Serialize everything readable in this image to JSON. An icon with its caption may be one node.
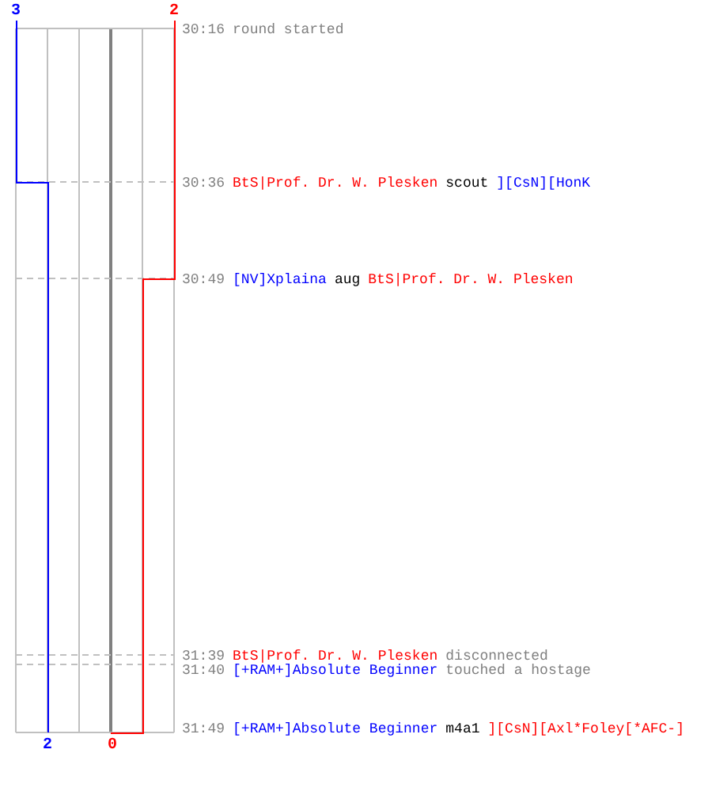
{
  "diagram": {
    "labels": [
      "3",
      "2",
      "30:16",
      "round started",
      "30:36",
      "BtS|Prof. Dr. W. Plesken",
      "scout",
      "][CsN][HonK",
      "30:49",
      "[NV]Xplaina",
      "aug",
      "BtS|Prof. Dr. W. Plesken",
      "31:39",
      "BtS|Prof. Dr. W. Plesken",
      "disconnected",
      "31:40",
      "[+RAM+]Absolute Beginner",
      "touched a hostage",
      "31:49",
      "[+RAM+]Absolute Beginner",
      "m4a1",
      "][CsN][Axl*Foley[*AFC-]",
      "2",
      "0"
    ]
  }
}
